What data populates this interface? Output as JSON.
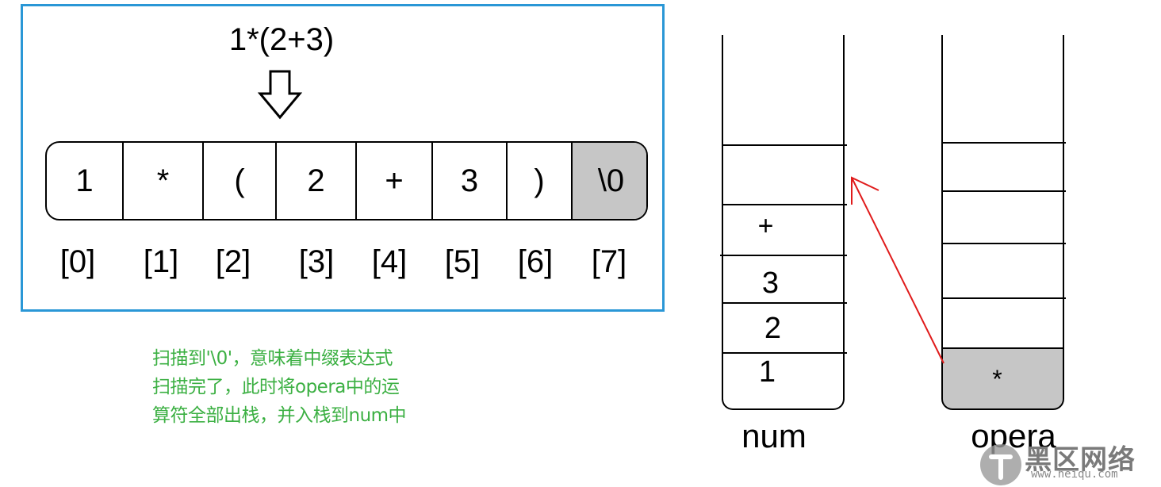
{
  "expression": "1*(2+3)",
  "cells": [
    {
      "value": "1",
      "index": "[0]"
    },
    {
      "value": "*",
      "index": "[1]"
    },
    {
      "value": "(",
      "index": "[2]"
    },
    {
      "value": "2",
      "index": "[3]"
    },
    {
      "value": "+",
      "index": "[4]"
    },
    {
      "value": "3",
      "index": "[5]"
    },
    {
      "value": ")",
      "index": "[6]"
    },
    {
      "value": "\\0",
      "index": "[7]"
    }
  ],
  "caption": {
    "line1": "扫描到'\\0'，意味着中缀表达式",
    "line2": "扫描完了，此时将opera中的运",
    "line3": "算符全部出栈，并入栈到num中"
  },
  "num_stack": {
    "label": "num",
    "items": [
      "1",
      "2",
      "3",
      "+"
    ]
  },
  "opera_stack": {
    "label": "opera",
    "items": [
      "*"
    ]
  },
  "watermark": {
    "text": "黑区网络",
    "url": "www.heiqu.com"
  },
  "colors": {
    "panel_border": "#2a97d6",
    "caption_text": "#3cb043",
    "arrow": "#e01b1b",
    "highlight_cell": "#c6c6c6"
  }
}
